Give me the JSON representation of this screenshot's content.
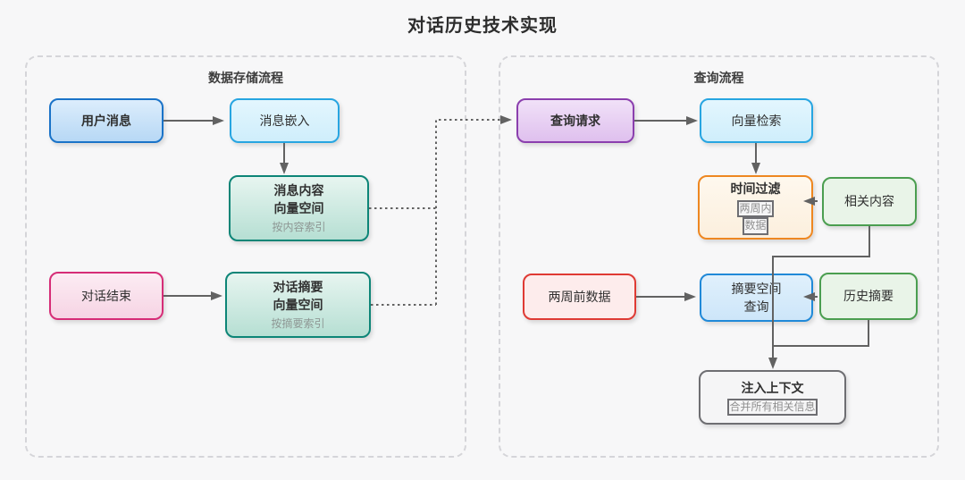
{
  "title": "对话历史技术实现",
  "sections": {
    "storage": {
      "label": "数据存储流程"
    },
    "query": {
      "label": "查询流程"
    }
  },
  "nodes": {
    "user_message": {
      "title": "用户消息"
    },
    "message_embed": {
      "title": "消息嵌入"
    },
    "content_vector": {
      "line1": "消息内容",
      "line2": "向量空间",
      "subtitle": "按内容索引"
    },
    "conv_end": {
      "title": "对话结束"
    },
    "summary_vector": {
      "line1": "对话摘要",
      "line2": "向量空间",
      "subtitle": "按摘要索引"
    },
    "query_request": {
      "title": "查询请求"
    },
    "vector_search": {
      "title": "向量检索"
    },
    "time_filter": {
      "title": "时间过滤",
      "sub1": "两周内",
      "sub2": "数据"
    },
    "related_content": {
      "title": "相关内容"
    },
    "pre_two_week_data": {
      "title": "两周前数据"
    },
    "summary_query": {
      "line1": "摘要空间",
      "line2": "查询"
    },
    "history_summary": {
      "title": "历史摘要"
    },
    "inject_context": {
      "title": "注入上下文",
      "subtitle": "合并所有相关信息"
    }
  },
  "colors": {
    "background": "#f7f7f8",
    "edge": "#626262",
    "container_dash": "#d5d5d9",
    "blue_border": "#1a73c8",
    "cyan_border": "#27a5e1",
    "teal_border": "#0d8577",
    "pink_border": "#d62d77",
    "purple_border": "#8b3fae",
    "orange_border": "#ee8721",
    "green_border": "#4b9e50",
    "lightblue_border": "#2089d8",
    "red_border": "#df3a34",
    "gray_border": "#6e6e72"
  }
}
